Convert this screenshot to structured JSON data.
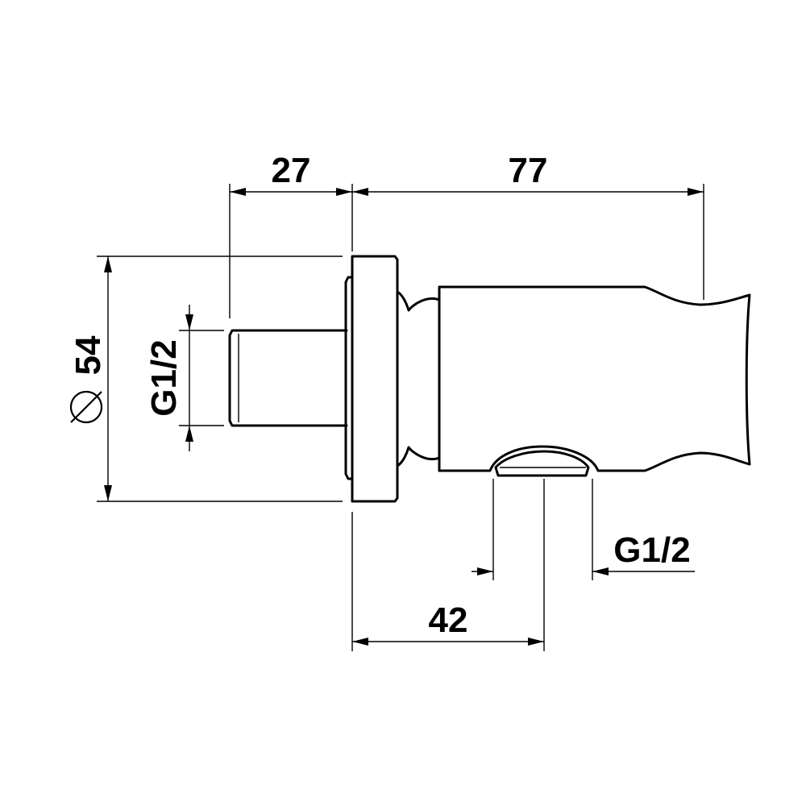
{
  "dimensions": {
    "pipe_length": "27",
    "holder_length": "77",
    "flange_diameter": "54",
    "back_thread": "G1/2",
    "outlet_thread": "G1/2",
    "outlet_offset": "42"
  },
  "symbols": {
    "diameter": "diameter-symbol"
  },
  "colors": {
    "line": "#000000",
    "background": "#ffffff"
  }
}
